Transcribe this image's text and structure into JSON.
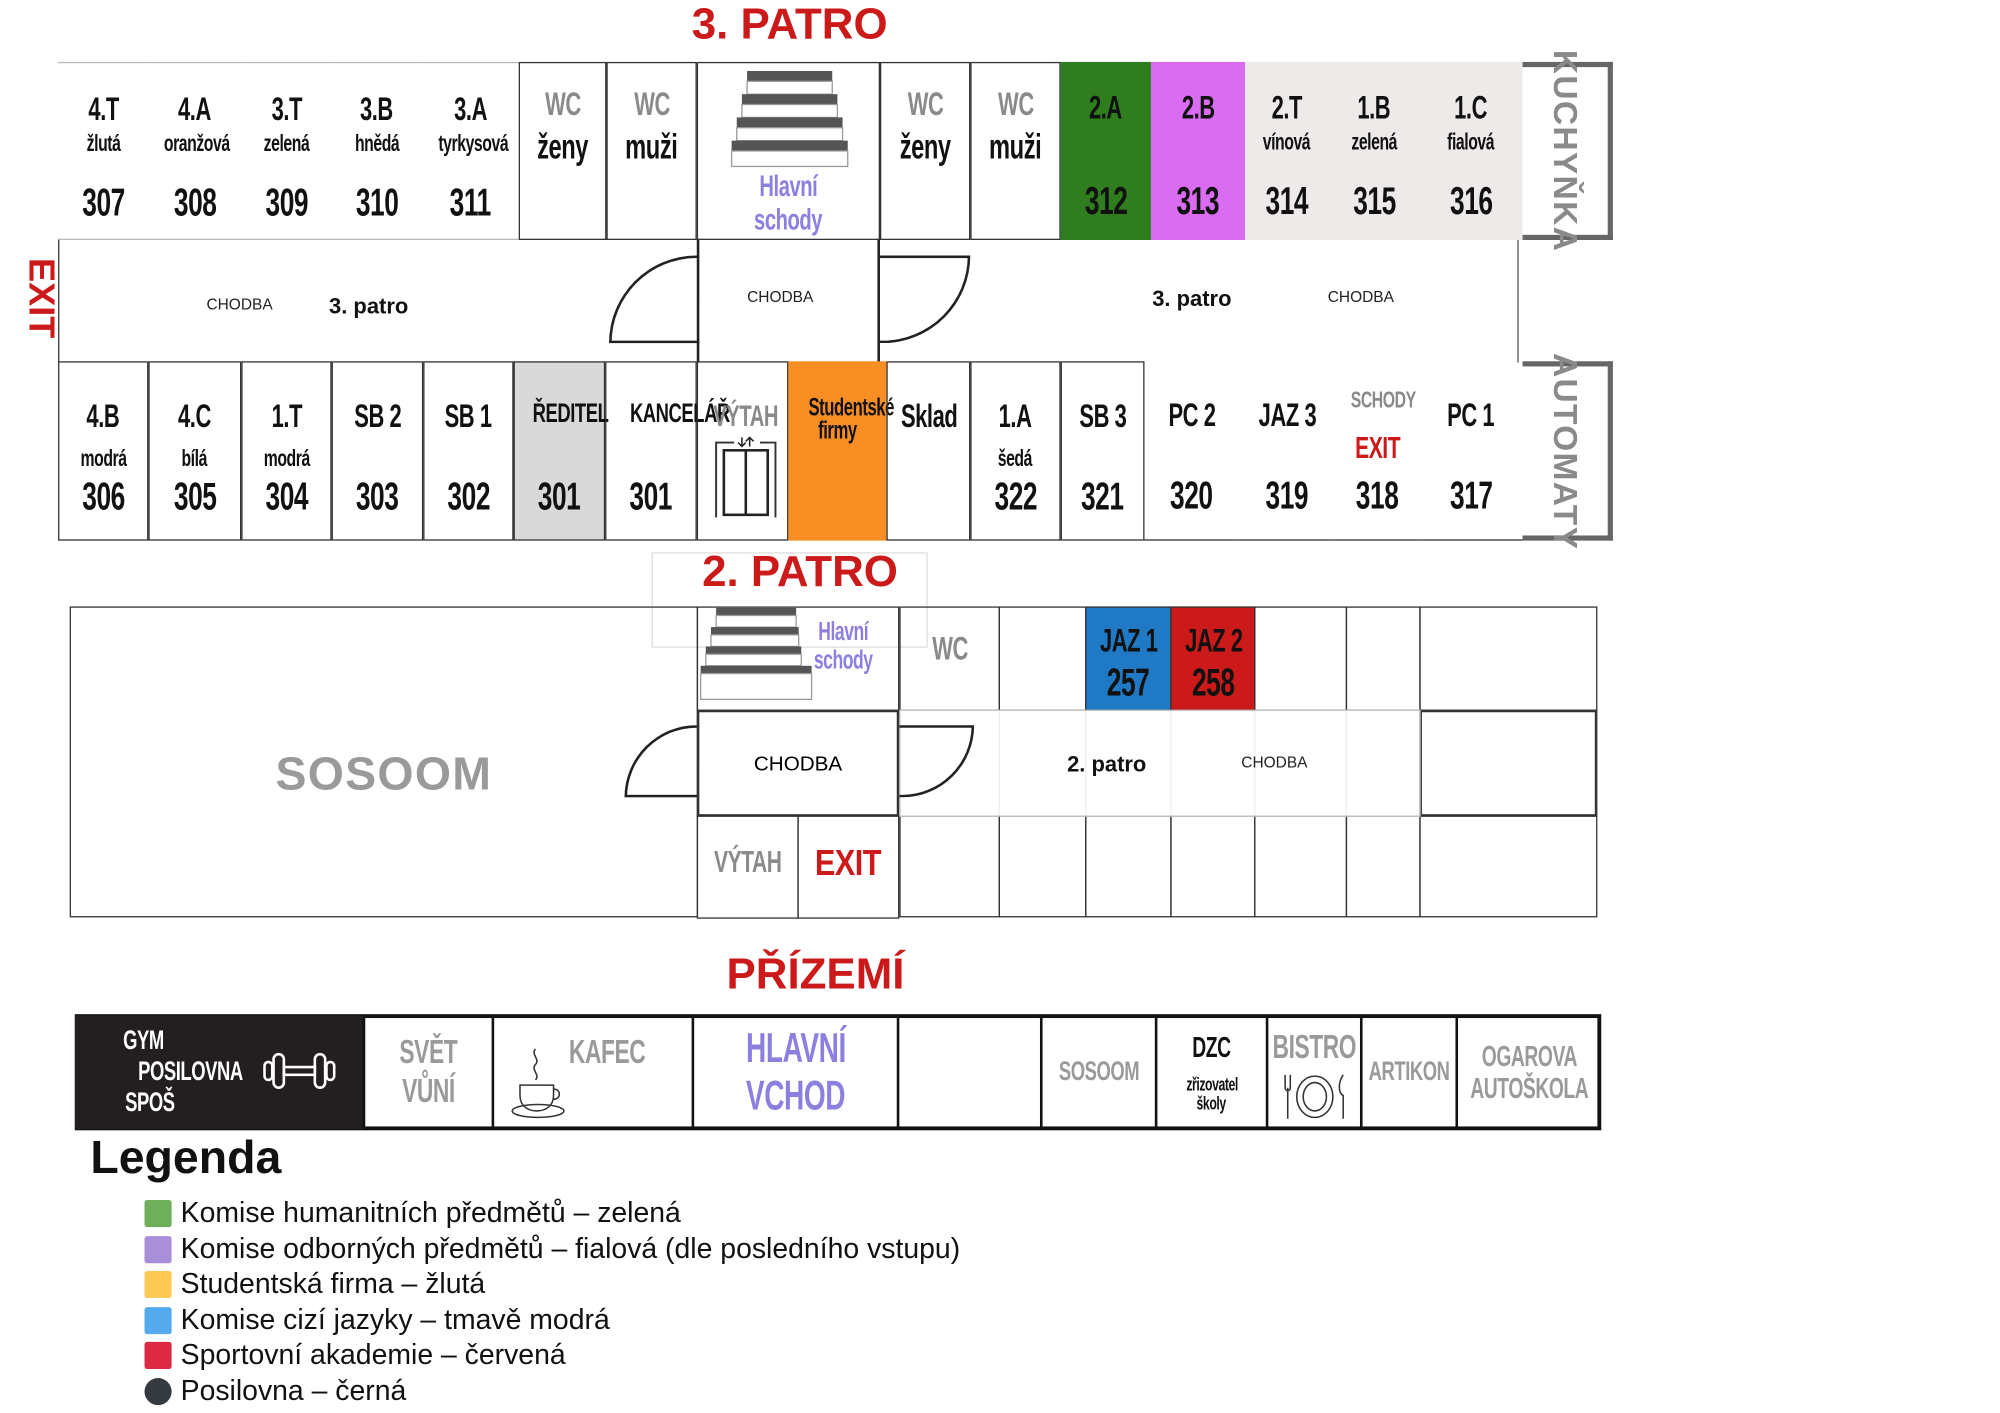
{
  "floor3": {
    "title": "3. PATRO",
    "exit_left": "EXIT",
    "top_row": [
      {
        "code": "4.T",
        "sub": "žlutá",
        "num": "307"
      },
      {
        "code": "4.A",
        "sub": "oranžová",
        "num": "308"
      },
      {
        "code": "3.T",
        "sub": "zelená",
        "num": "309"
      },
      {
        "code": "3.B",
        "sub": "hnědá",
        "num": "310"
      },
      {
        "code": "3.A",
        "sub": "tyrkysová",
        "num": "311"
      },
      {
        "code": "WC",
        "sub": "ženy"
      },
      {
        "code": "WC",
        "sub": "muži"
      },
      {
        "code": "Hlavní",
        "sub": "schody"
      },
      {
        "code": "WC",
        "sub": "ženy"
      },
      {
        "code": "WC",
        "sub": "muži"
      },
      {
        "code": "2.A",
        "num": "312"
      },
      {
        "code": "2.B",
        "num": "313"
      },
      {
        "code": "2.T",
        "sub": "vínová",
        "num": "314"
      },
      {
        "code": "1.B",
        "sub": "zelená",
        "num": "315"
      },
      {
        "code": "1.C",
        "sub": "fialová",
        "num": "316"
      },
      {
        "vertical": "KUCHYŇKA"
      }
    ],
    "corridor": {
      "chodba_left": "CHODBA",
      "patro_left": "3. patro",
      "chodba_center": "CHODBA",
      "patro_right": "3. patro",
      "chodba_right": "CHODBA"
    },
    "bottom_row": [
      {
        "code": "4.B",
        "sub": "modrá",
        "num": "306"
      },
      {
        "code": "4.C",
        "sub": "bílá",
        "num": "305"
      },
      {
        "code": "1.T",
        "sub": "modrá",
        "num": "304"
      },
      {
        "code": "SB 2",
        "num": "303"
      },
      {
        "code": "SB 1",
        "num": "302"
      },
      {
        "code": "ŘEDITEL",
        "num": "301"
      },
      {
        "code": "KANCELÁŘ",
        "num": "301"
      },
      {
        "code": "VÝTAH"
      },
      {
        "code": "Studentské",
        "sub": "firmy"
      },
      {
        "code": "Sklad"
      },
      {
        "code": "1.A",
        "sub": "šedá",
        "num": "322"
      },
      {
        "code": "SB 3",
        "num": "321"
      },
      {
        "code": "PC 2",
        "num": "320"
      },
      {
        "code": "JAZ 3",
        "num": "319"
      },
      {
        "code": "SCHODY",
        "sub": "EXIT",
        "num": "318"
      },
      {
        "code": "PC 1",
        "num": "317"
      },
      {
        "vertical": "AUTOMATY"
      }
    ]
  },
  "floor2": {
    "title": "2. PATRO",
    "sosoom": "SOSOOM",
    "stairs_label": "Hlavní",
    "stairs_sub": "schody",
    "chodba_center": "CHODBA",
    "elevator": "VÝTAH",
    "exit": "EXIT",
    "wc": "WC",
    "jaz1": {
      "code": "JAZ 1",
      "num": "257"
    },
    "jaz2": {
      "code": "JAZ 2",
      "num": "258"
    },
    "patro": "2. patro",
    "chodba_right": "CHODBA"
  },
  "ground": {
    "title": "PŘÍZEMÍ",
    "cells": [
      {
        "lines": [
          "GYM",
          "POSILOVNA",
          "SPOŠ"
        ]
      },
      {
        "lines": [
          "SVĚT",
          "VŮNÍ"
        ]
      },
      {
        "lines": [
          "KAFEC"
        ]
      },
      {
        "lines": [
          "HLAVNÍ",
          "VCHOD"
        ]
      },
      {
        "lines": []
      },
      {
        "lines": [
          "SOSOOM"
        ]
      },
      {
        "lines": [
          "DZC",
          "zřizovatel",
          "školy"
        ]
      },
      {
        "lines": [
          "BISTRO"
        ]
      },
      {
        "lines": [
          "ARTIKON"
        ]
      },
      {
        "lines": [
          "OGAROVA",
          "AUTOŠKOLA"
        ]
      }
    ]
  },
  "legend": {
    "title": "Legenda",
    "items": [
      {
        "label": "Komise humanitních předmětů – zelená",
        "color": "#6fae5a"
      },
      {
        "label": "Komise odborných předmětů – fialová (dle posledního vstupu)",
        "color": "#a98fd8"
      },
      {
        "label": "Studentská firma – žlutá",
        "color": "#fcc955"
      },
      {
        "label": "Komise cizí jazyky – tmavě modrá",
        "color": "#55aaee"
      },
      {
        "label": "Sportovní akademie – červená",
        "color": "#dc2a45"
      },
      {
        "label": "Posilovna – černá",
        "color": "#343a40"
      }
    ]
  },
  "colors": {
    "green": "#2f7d1f",
    "purple": "#d96cf0",
    "lightgray": "#efeaea",
    "orange": "#f98e24",
    "director": "#d9d9d9",
    "blue": "#2079c4",
    "red": "#cc1a1a",
    "gym": "#231f20"
  }
}
